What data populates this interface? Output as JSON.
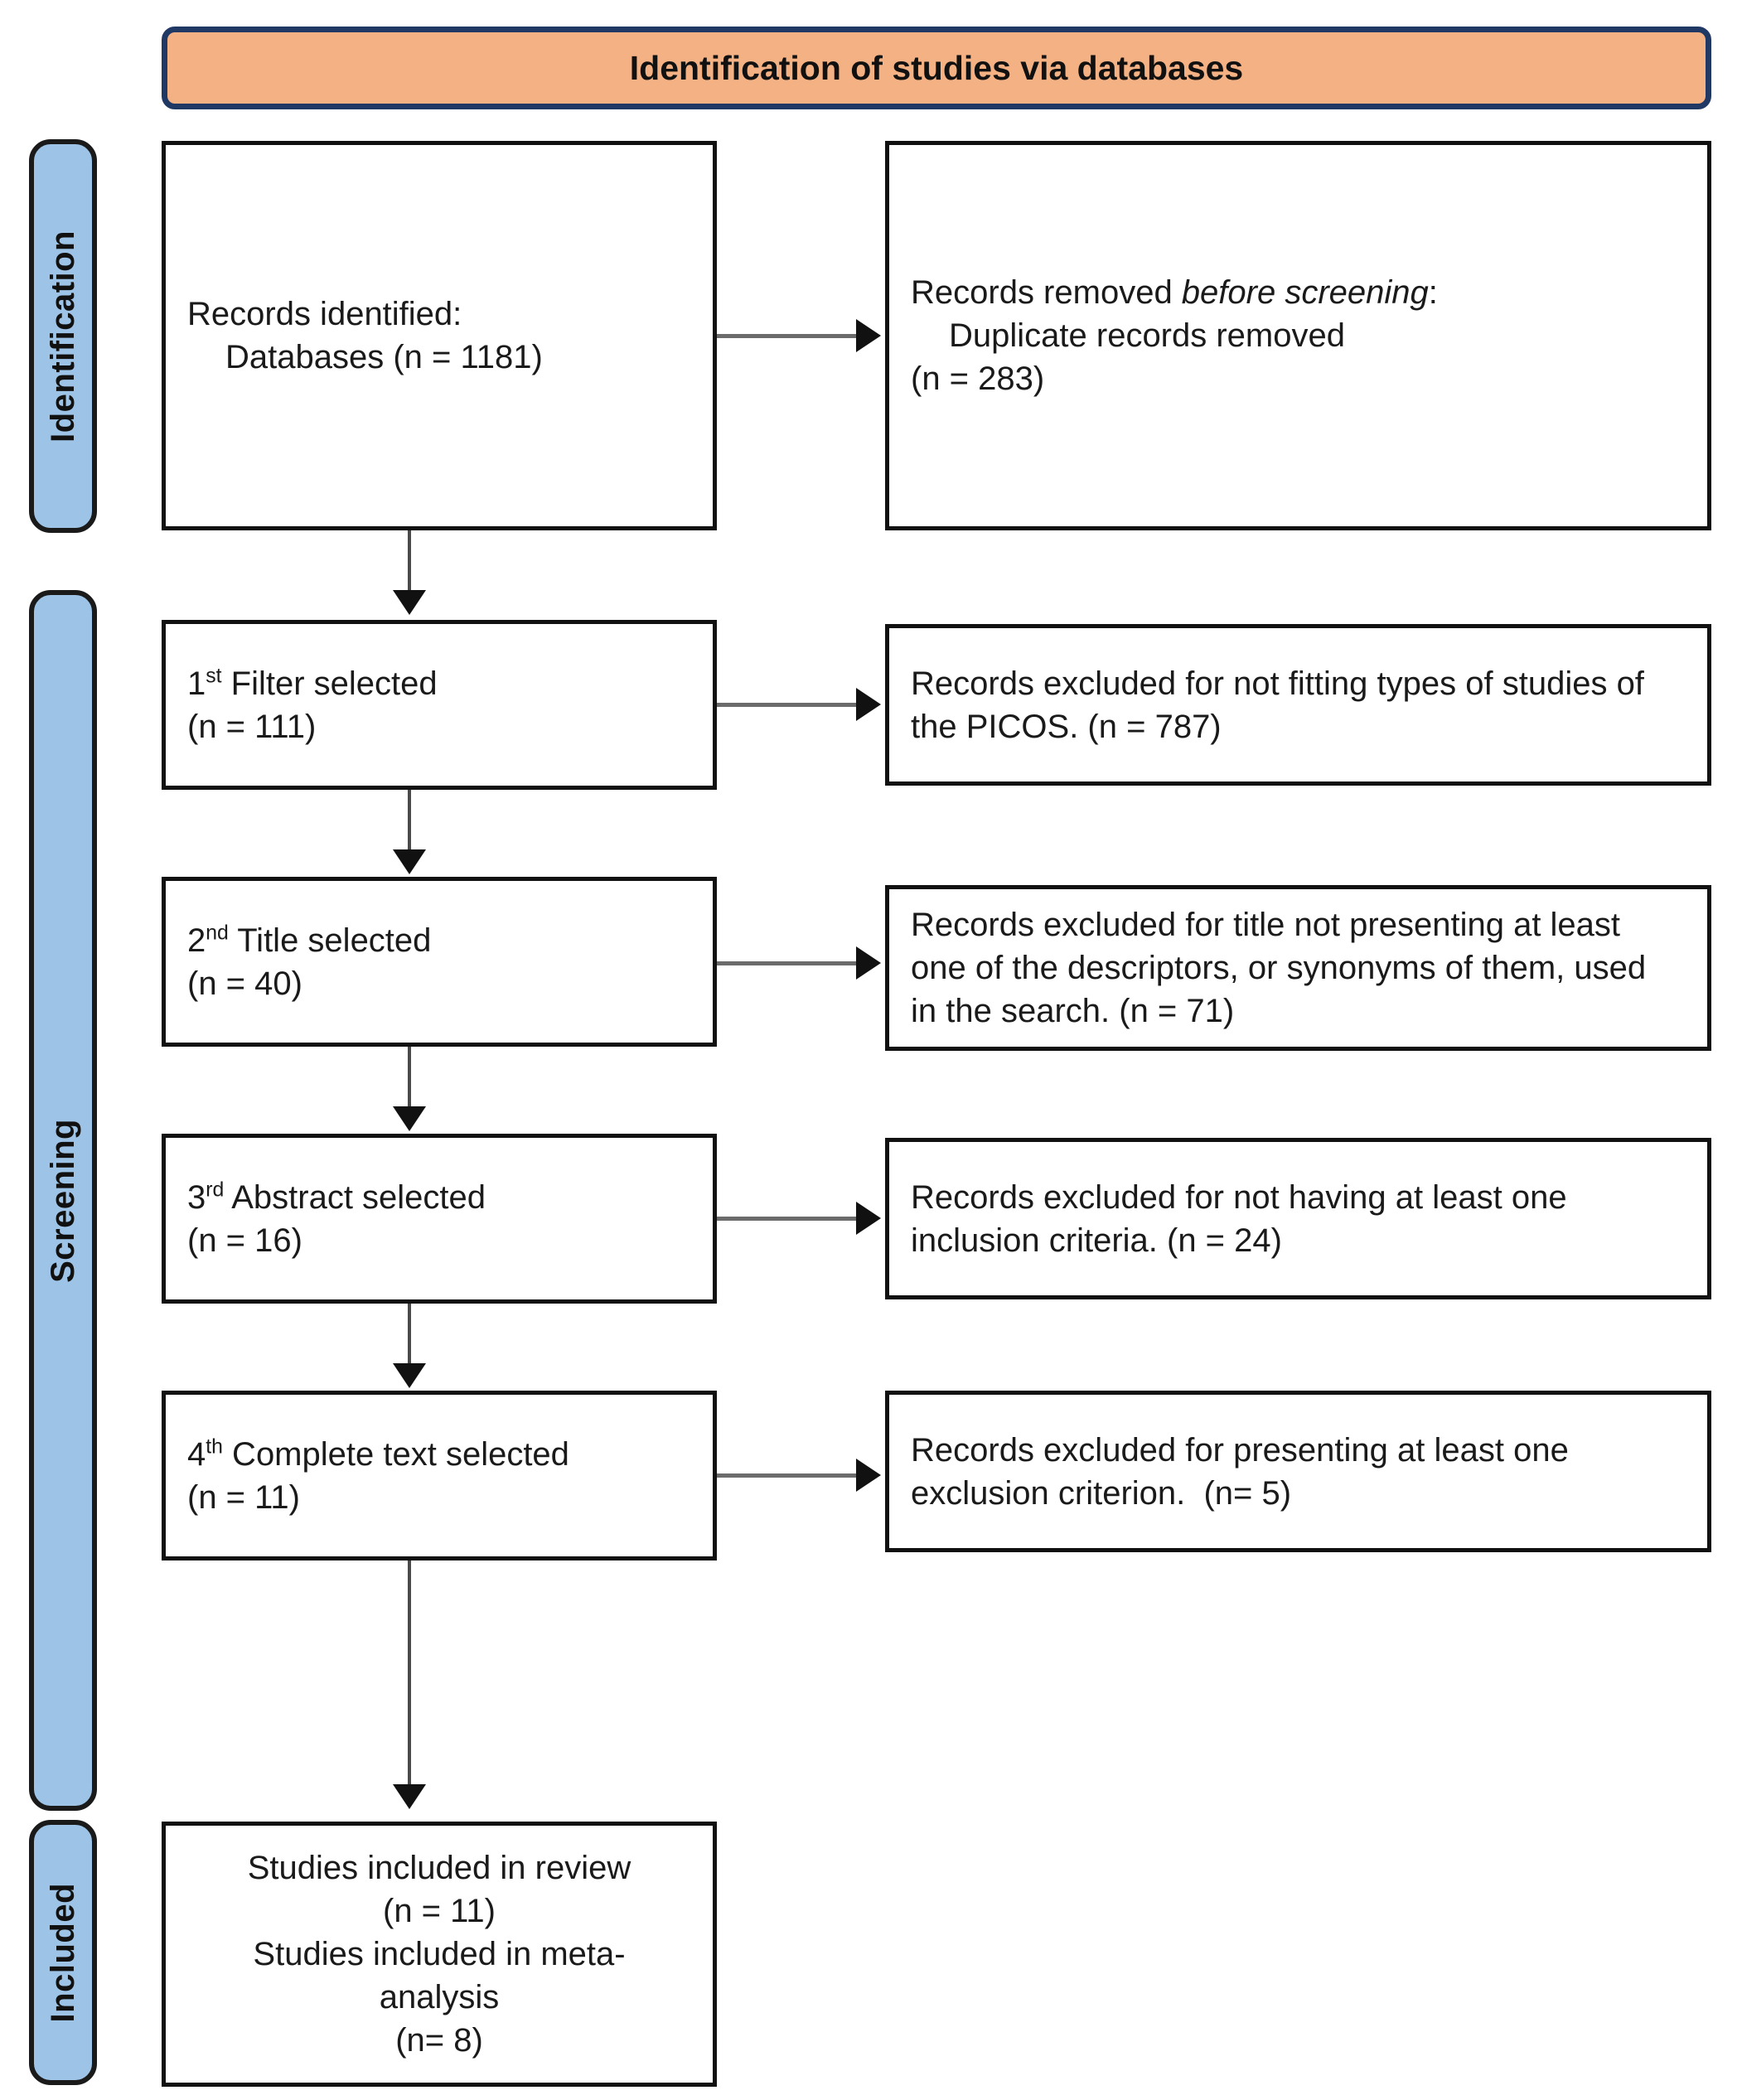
{
  "diagram": {
    "title": "Identification of studies via databases",
    "type": "PRISMA flow diagram"
  },
  "stages": [
    {
      "id": "identification",
      "label": "Identification"
    },
    {
      "id": "screening",
      "label": "Screening"
    },
    {
      "id": "included",
      "label": "Included"
    }
  ],
  "boxes": {
    "records_identified": {
      "line1": "Records identified:",
      "line2": "Databases (n = 1181)",
      "n": 1181
    },
    "records_removed": {
      "line1_prefix": "Records removed ",
      "line1_italic": "before screening",
      "line1_suffix": ":",
      "line2": "Duplicate records removed",
      "line3": "(n = 283)",
      "n": 283
    },
    "filter1": {
      "ordinal_num": "1",
      "ordinal_sup": "st",
      "label": " Filter selected",
      "count": "(n = 111)",
      "n": 111
    },
    "excluded1": {
      "line1": "Records excluded for not fitting types of studies of",
      "line2": "the PICOS. (n = 787)",
      "n": 787
    },
    "filter2": {
      "ordinal_num": "2",
      "ordinal_sup": "nd",
      "label": " Title selected",
      "count": "(n = 40)",
      "n": 40
    },
    "excluded2": {
      "line1": "Records excluded for title not presenting at least",
      "line2": "one of the descriptors, or synonyms of them, used",
      "line3": "in the search. (n = 71)",
      "n": 71
    },
    "filter3": {
      "ordinal_num": "3",
      "ordinal_sup": "rd",
      "label": " Abstract selected",
      "count": "(n = 16)",
      "n": 16
    },
    "excluded3": {
      "line1": "Records excluded for not having at least one",
      "line2": "inclusion criteria. (n = 24)",
      "n": 24
    },
    "filter4": {
      "ordinal_num": "4",
      "ordinal_sup": "th",
      "label": " Complete text selected",
      "count": "(n = 11)",
      "n": 11
    },
    "excluded4": {
      "line1": "Records excluded for presenting at least one",
      "line2": "exclusion criterion.  (n= 5)",
      "n": 5
    },
    "included": {
      "line1": "Studies included in review",
      "line2": "(n = 11)",
      "line3": "Studies included in meta-",
      "line4": "analysis",
      "line5": "(n= 8)",
      "n_review": 11,
      "n_meta": 8
    }
  },
  "colors": {
    "banner_fill": "#F4B183",
    "banner_border": "#1F3864",
    "stage_fill": "#9DC3E6",
    "stage_border": "#1a1a1a",
    "box_border": "#111111",
    "connector": "#4a4a4a"
  }
}
